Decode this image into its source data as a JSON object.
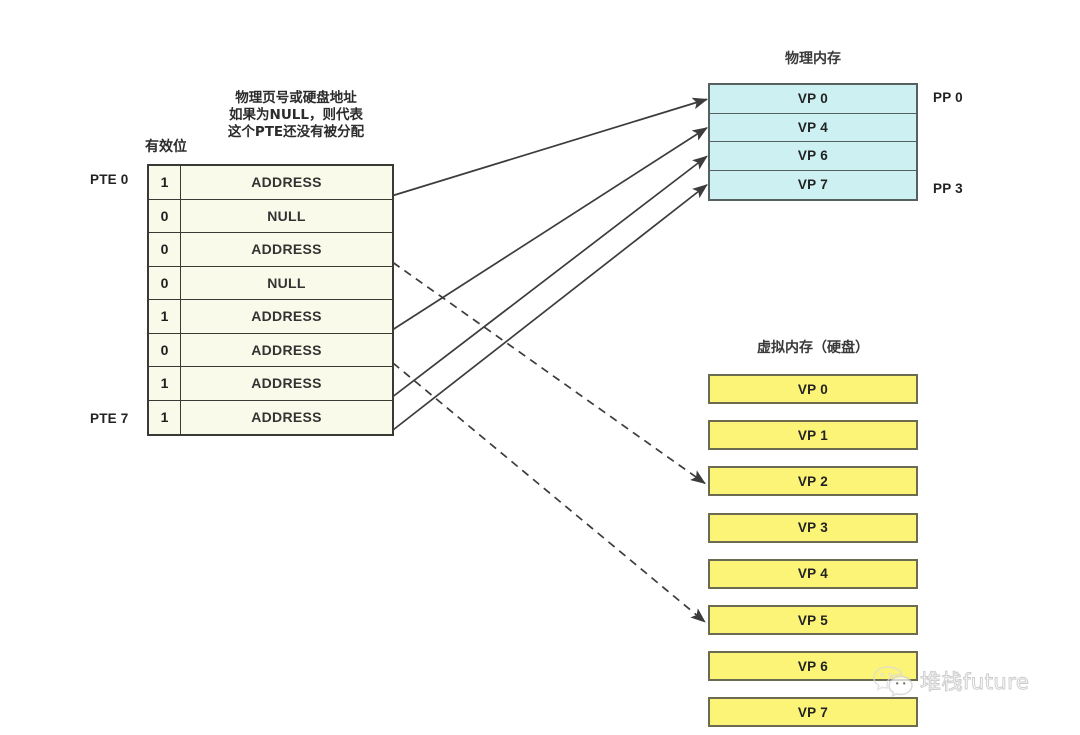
{
  "diagram": {
    "title_note": "物理页号或硬盘地址\n如果为NULL，则代表\n这个PTE还没有被分配",
    "valid_bit_label": "有效位",
    "page_table": {
      "first_label": "PTE 0",
      "last_label": "PTE 7",
      "rows": [
        {
          "valid": "1",
          "value": "ADDRESS",
          "target": "phys",
          "target_index": 0
        },
        {
          "valid": "0",
          "value": "NULL",
          "target": "none",
          "target_index": -1
        },
        {
          "valid": "0",
          "value": "ADDRESS",
          "target": "virt",
          "target_index": 2
        },
        {
          "valid": "0",
          "value": "NULL",
          "target": "none",
          "target_index": -1
        },
        {
          "valid": "1",
          "value": "ADDRESS",
          "target": "phys",
          "target_index": 1
        },
        {
          "valid": "0",
          "value": "ADDRESS",
          "target": "virt",
          "target_index": 5
        },
        {
          "valid": "1",
          "value": "ADDRESS",
          "target": "phys",
          "target_index": 2
        },
        {
          "valid": "1",
          "value": "ADDRESS",
          "target": "phys",
          "target_index": 3
        }
      ]
    },
    "physical_memory": {
      "title": "物理内存",
      "first_page_label": "PP 0",
      "last_page_label": "PP 3",
      "rows": [
        "VP 0",
        "VP 4",
        "VP 6",
        "VP 7"
      ]
    },
    "virtual_memory": {
      "title": "虚拟内存（硬盘）",
      "rows": [
        "VP 0",
        "VP 1",
        "VP 2",
        "VP 3",
        "VP 4",
        "VP 5",
        "VP 6",
        "VP 7"
      ]
    },
    "colors": {
      "page_table_fill": "#fafaea",
      "page_table_stroke": "#3a3a35",
      "physical_fill": "#cdf0f2",
      "physical_stroke": "#55605f",
      "virtual_fill": "#fbf477",
      "virtual_stroke": "#6b6b52",
      "arrow_solid": "#3c3c3c",
      "arrow_dashed": "#3c3c3c"
    },
    "arrow_legend": {
      "solid_meaning": "valid PTE maps to physical memory page",
      "dashed_meaning": "invalid PTE points to page on disk"
    }
  },
  "watermark": {
    "text": "堆栈future",
    "icon": "wechat-icon"
  }
}
